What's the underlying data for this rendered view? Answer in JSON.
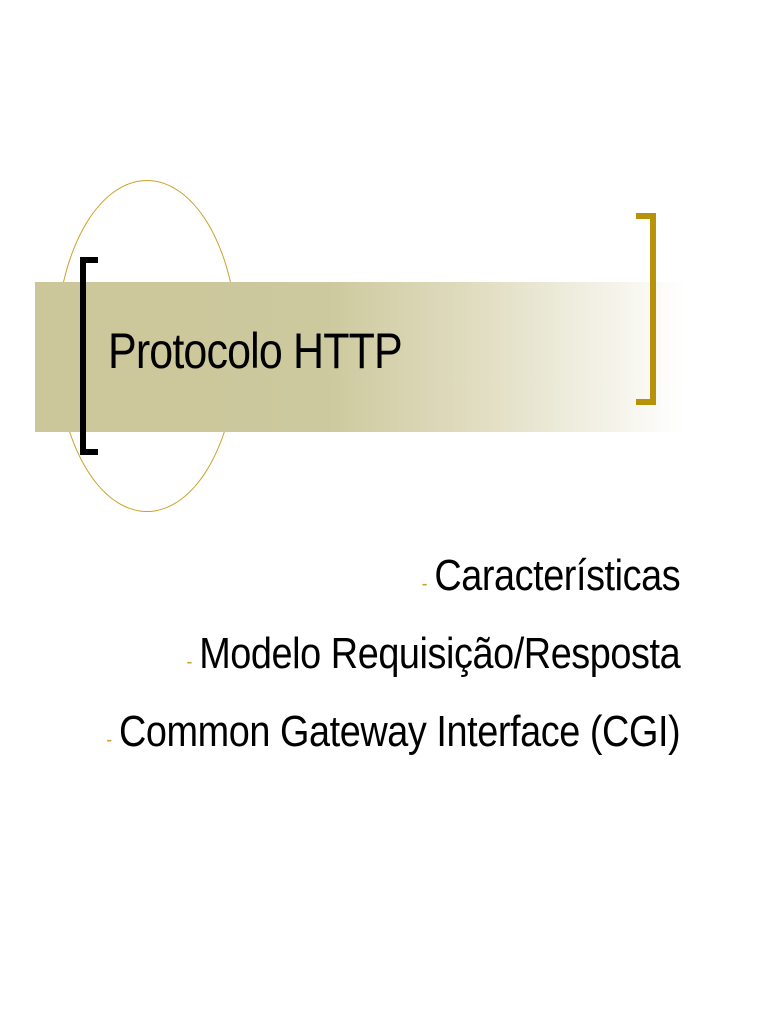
{
  "slide": {
    "title": "Protocolo HTTP",
    "bullet_marker": "-",
    "bullets": [
      "Características",
      "Modelo Requisição/Resposta",
      "Common Gateway Interface (CGI)"
    ]
  },
  "colors": {
    "band": "#cbc79a",
    "accent_gold": "#b8920a",
    "circle": "#c9a227",
    "left_bracket": "#000000",
    "text": "#000000"
  }
}
